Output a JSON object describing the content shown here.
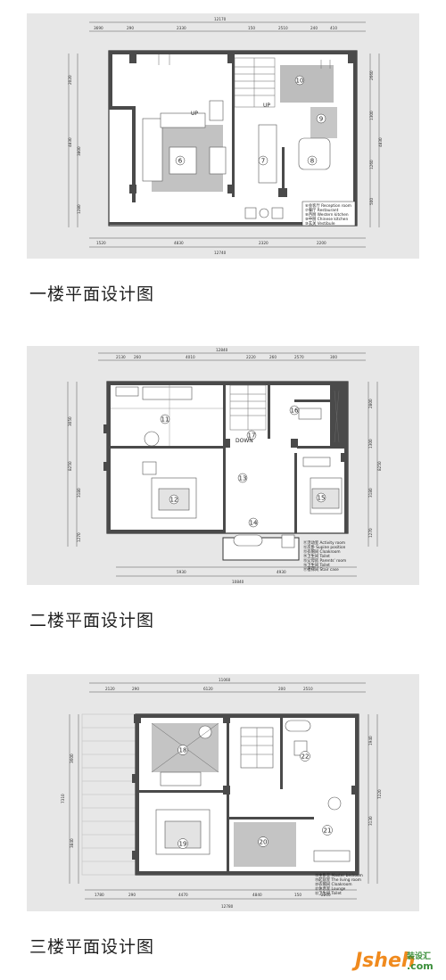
{
  "floors": [
    {
      "caption": "一楼平面设计图",
      "dims_top": [
        "12170",
        "3690",
        "290",
        "2330",
        "150",
        "2510",
        "240",
        "410"
      ],
      "dims_bottom": [
        "12740",
        "1520",
        "4830",
        "2320",
        "2200"
      ],
      "dims_left": [
        "2020",
        "4830",
        "3800",
        "1280"
      ],
      "dims_right": [
        "2660",
        "4830",
        "1300",
        "1260",
        "500"
      ],
      "room_numbers": [
        "6",
        "7",
        "8",
        "9",
        "10"
      ],
      "labels": [
        "UP",
        "UP"
      ],
      "legend": [
        "⑥会客厅 Reception room",
        "⑦餐厅 Restaurant",
        "⑧西厨 Western kitchen",
        "⑨中厨 Chinese kitchen",
        "⑩玄关 Vestibule"
      ]
    },
    {
      "caption": "二楼平面设计图",
      "dims_top": [
        "12840",
        "2130",
        "260",
        "4010",
        "2220",
        "260",
        "2570",
        "300"
      ],
      "dims_bottom": [
        "10840",
        "5930",
        "4930"
      ],
      "dims_left": [
        "3050",
        "8250",
        "3180",
        "1270"
      ],
      "dims_right": [
        "2800",
        "1300",
        "8250",
        "3180",
        "1270"
      ],
      "room_numbers": [
        "11",
        "12",
        "13",
        "14",
        "15",
        "16",
        "17"
      ],
      "labels": [
        "DOWN"
      ],
      "legend": [
        "⑪活动室 Activity room",
        "⑫次卧 Supine position",
        "⑬衣帽间 Cloakroom",
        "⑭卫生间 Toilet",
        "⑮父母房 Parents' room",
        "⑯卫生间 Toilet",
        "⑰楼梯间 Stair case"
      ]
    },
    {
      "caption": "三楼平面设计图",
      "dims_top": [
        "11060",
        "2120",
        "290",
        "6120",
        "200",
        "2510"
      ],
      "dims_bottom": [
        "12780",
        "1780",
        "290",
        "4470",
        "4840",
        "150",
        "2200"
      ],
      "dims_left": [
        "3600",
        "7310",
        "3840"
      ],
      "dims_right": [
        "1940",
        "7220",
        "3130"
      ],
      "room_numbers": [
        "18",
        "19",
        "20",
        "21",
        "22"
      ],
      "labels": [],
      "legend": [
        "⑱主卧室 Master bedroom",
        "⑲起居室 The living room",
        "⑳衣帽间 Cloakroom",
        "㉑休息室 Lounge",
        "㉒卫生间 Toilet"
      ]
    }
  ],
  "watermark": {
    "main": "Jsheh",
    "sub": "装设汇",
    "com": ".com",
    "color_main": "#f08a1e",
    "color_sub": "#3a8e3a"
  }
}
